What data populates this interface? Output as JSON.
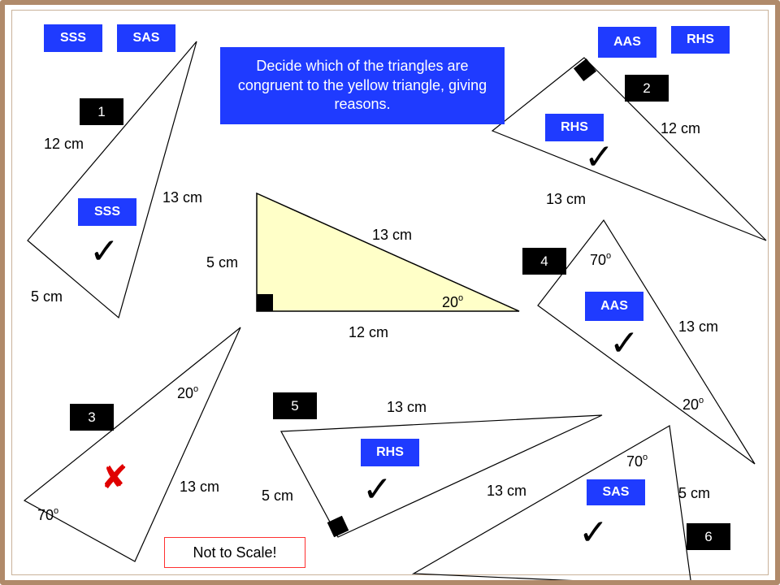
{
  "instruction": "Decide which of the triangles are congruent to the yellow triangle, giving reasons.",
  "note": "Not to Scale!",
  "colors": {
    "tag_bg": "#1f3bff",
    "yellow_fill": "#ffffc8",
    "frame": "#b08a6a",
    "cross": "#e00000"
  },
  "legend_tags": {
    "sss": "SSS",
    "sas": "SAS",
    "aas": "AAS",
    "rhs": "RHS"
  },
  "reference": {
    "hyp": "13 cm",
    "side_short": "5 cm",
    "side_long": "12 cm",
    "angle": "20",
    "deg": "o"
  },
  "t1": {
    "number": "1",
    "side_a": "12 cm",
    "side_b": "13 cm",
    "side_c": "5 cm",
    "answer": "SSS",
    "result": "tick-icon"
  },
  "t2": {
    "number": "2",
    "side_a": "12 cm",
    "side_b": "13 cm",
    "answer": "RHS",
    "result": "tick-icon"
  },
  "t3": {
    "number": "3",
    "angle_top": "20",
    "angle_bottom": "70",
    "deg": "o",
    "side": "13 cm",
    "result": "cross-icon"
  },
  "t4": {
    "number": "4",
    "angle_top": "70",
    "angle_bottom": "20",
    "deg": "o",
    "side": "13 cm",
    "answer": "AAS",
    "result": "tick-icon"
  },
  "t5": {
    "number": "5",
    "side_top": "13 cm",
    "side_left": "5 cm",
    "answer": "RHS",
    "result": "tick-icon"
  },
  "t6": {
    "number": "6",
    "side_a": "13 cm",
    "side_b": "5 cm",
    "angle": "70",
    "deg": "o",
    "answer": "SAS",
    "result": "tick-icon"
  },
  "glyphs": {
    "tick": "✓",
    "cross": "✘"
  }
}
